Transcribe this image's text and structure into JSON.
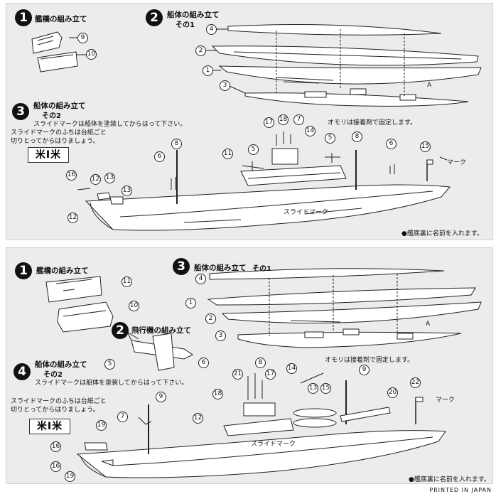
{
  "top": {
    "step1": {
      "num": "1",
      "title": "艦橋の組み立て"
    },
    "step2": {
      "num": "2",
      "title": "船体の組み立て",
      "sub": "その1"
    },
    "step3": {
      "num": "3",
      "title": "船体の組み立て",
      "sub": "その2",
      "note1": "スライドマークは船体を塗装してからはって下さい。",
      "note2": "スライドマークのふちは台紙ごと",
      "note3": "切りとってからはりましょう。"
    },
    "flag": "米I米",
    "weights_note": "オモリは接着剤で固定します。",
    "slide_mark": "スライドマーク",
    "mark_label": "マーク",
    "name_note": "●艦底裏に名前を入れます。",
    "letter_a": "A",
    "callouts": [
      "9",
      "10",
      "4",
      "2",
      "1",
      "3",
      "17",
      "18",
      "7",
      "14",
      "5",
      "8",
      "6",
      "11",
      "5",
      "15",
      "16",
      "12",
      "13",
      "13",
      "12"
    ]
  },
  "bottom": {
    "step1": {
      "num": "1",
      "title": "艦橋の組み立て"
    },
    "step2": {
      "num": "2",
      "title": "飛行機の組み立て"
    },
    "step3": {
      "num": "3",
      "title": "船体の組み立て",
      "sub": "その1"
    },
    "step4": {
      "num": "4",
      "title": "船体の組み立て",
      "sub": "その2",
      "note1": "スライドマークは船体を塗装してからはって下さい。",
      "note2": "スライドマークのふちは台紙ごと",
      "note3": "切りとってからはりましょう。"
    },
    "flag": "米I米",
    "weights_note": "オモリは接着剤で固定します。",
    "slide_mark": "スライドマーク",
    "mark_label": "マーク",
    "name_note": "●艦底裏に名前を入れます。",
    "letter_a": "A",
    "callouts": [
      "11",
      "10",
      "4",
      "1",
      "2",
      "3",
      "5",
      "6",
      "9",
      "7",
      "19",
      "16",
      "16",
      "19",
      "18",
      "12",
      "21",
      "8",
      "17",
      "14",
      "13",
      "15",
      "9",
      "20",
      "22"
    ]
  },
  "printed": "PRINTED IN JAPAN"
}
